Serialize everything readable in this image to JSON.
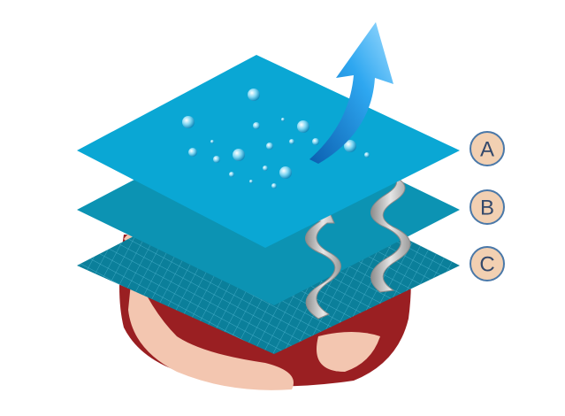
{
  "labels": {
    "a": "A",
    "b": "B",
    "c": "C"
  },
  "colors": {
    "layer_a": "#0aa7d4",
    "layer_b": "#0c93b3",
    "layer_c": "#0b7f9a",
    "skin": "#f3c6b0",
    "tissue": "#9a1f22",
    "badge_fill": "#f2d0b2",
    "badge_stroke": "#4a78a8",
    "arrow_blue": "#1e8fe0",
    "arrow_gray": "#b8b8b8"
  }
}
